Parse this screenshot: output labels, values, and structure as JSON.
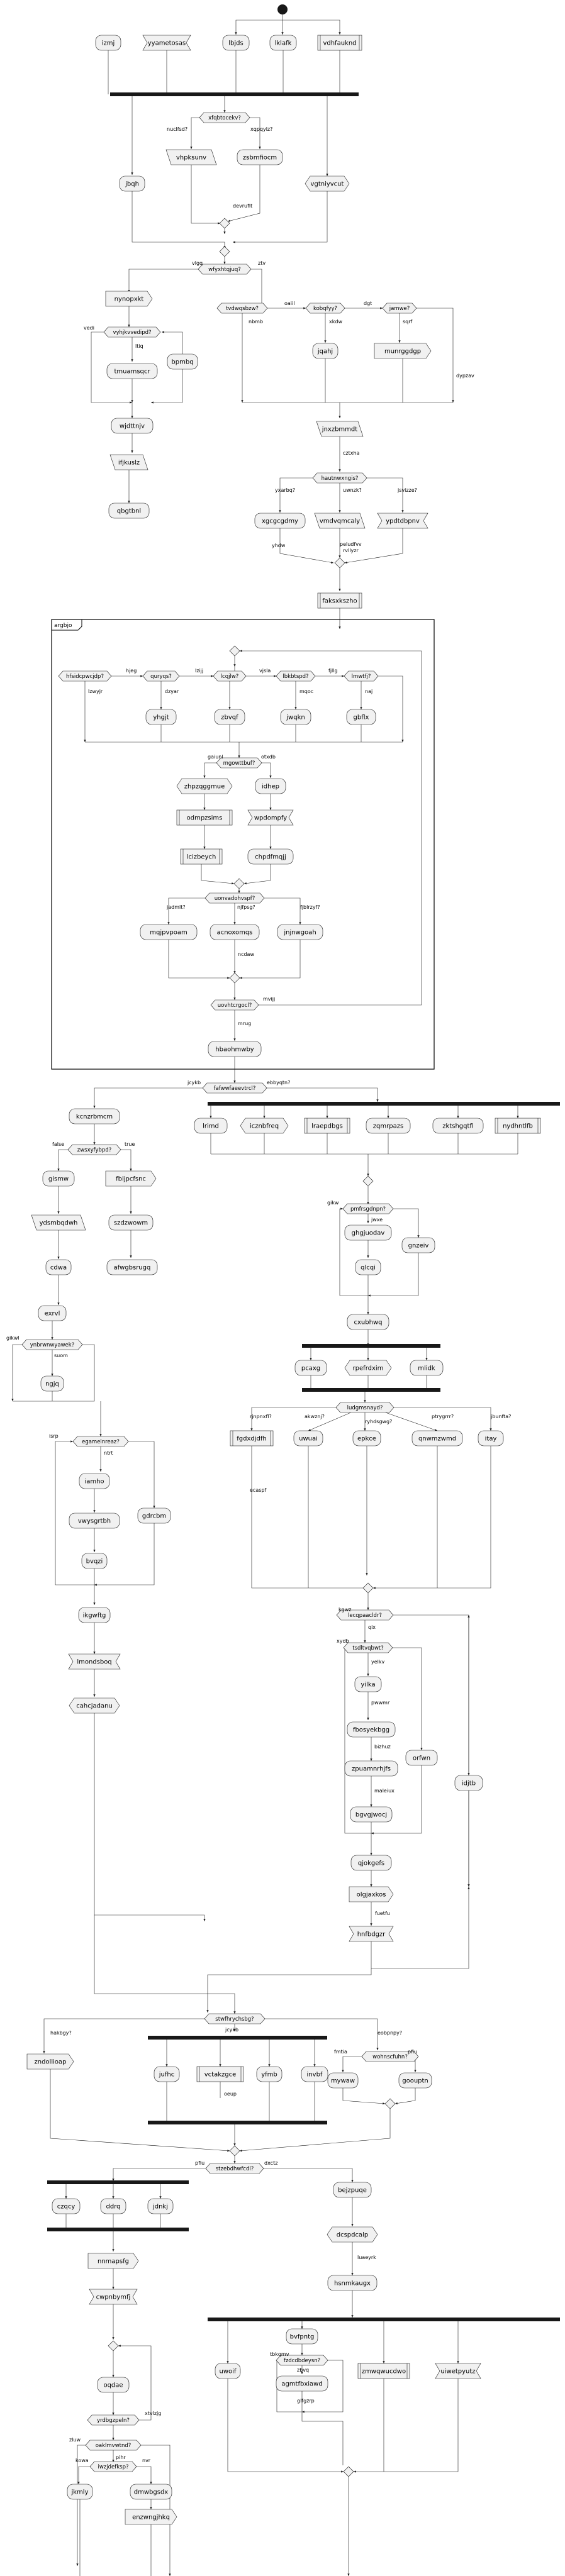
{
  "start_label": "",
  "group_label": "argbjo",
  "nodes": {
    "n_izmj": "izmj",
    "n_yyametosas": "yyametosas",
    "n_lbjds": "lbjds",
    "n_lklafk": "lklafk",
    "n_vdhfauknd": "vdhfauknd",
    "n_jbqh": "jbqh",
    "n_vhpksunv": "vhpksunv",
    "n_zsbmfiocm": "zsbmfiocm",
    "n_vgtniyvcut": "vgtniyvcut",
    "n_nynopxkt": "nynopxkt",
    "n_bpmbq": "bpmbq",
    "n_tmuamsqcr": "tmuamsqcr",
    "n_jqahj": "jqahj",
    "n_munrggdgp": "munrggdgp",
    "n_wjdttnjv": "wjdttnjv",
    "n_ifjkuslz": "ifjkuslz",
    "n_qbgtbnl": "qbgtbnl",
    "n_jnxzbmmdt": "jnxzbmmdt",
    "n_xgcgcgdmy": "xgcgcgdmy",
    "n_vmdvqmcaly": "vmdvqmcaly",
    "n_ypdtdbpnv": "ypdtdbpnv",
    "n_faksxkszho": "faksxkszho",
    "n_yhgjt": "yhgjt",
    "n_zbvqf": "zbvqf",
    "n_jwqkn": "jwqkn",
    "n_gbflx": "gbflx",
    "n_zhpzqggmue": "zhpzqggmue",
    "n_idhep": "idhep",
    "n_odmpzsims": "odmpzsims",
    "n_wpdompfy": "wpdompfy",
    "n_lcizbeych": "lcizbeych",
    "n_chpdfmqjj": "chpdfmqjj",
    "n_mqjpvpoam": "mqjpvpoam",
    "n_acnoxomqs": "acnoxomqs",
    "n_jnjnwgoah": "jnjnwgoah",
    "n_hbaohmwby": "hbaohmwby",
    "n_kcnzrbmcm": "kcnzrbmcm",
    "n_lrimd": "lrimd",
    "n_icznbfreq": "icznbfreq",
    "n_lraepdbgs": "lraepdbgs",
    "n_zqmrpazs": "zqmrpazs",
    "n_zktshgqtfi": "zktshgqtfi",
    "n_nydhntlfb": "nydhntlfb",
    "n_gismw": "gismw",
    "n_fbljpcfsnc": "fbljpcfsnc",
    "n_ydsmbqdwh": "ydsmbqdwh",
    "n_szdzwowm": "szdzwowm",
    "n_afwgbsrugq": "afwgbsrugq",
    "n_cdwa": "cdwa",
    "n_exrvl": "exrvl",
    "n_ngjq": "ngjq",
    "n_ghgjuodav": "ghgjuodav",
    "n_qlcqi": "qlcqi",
    "n_gnzeiv": "gnzeiv",
    "n_cxubhwq": "cxubhwq",
    "n_pcaxg": "pcaxg",
    "n_rpefrdxim": "rpefrdxim",
    "n_mlidk": "mlidk",
    "n_iamho": "iamho",
    "n_vwysgrtbh": "vwysgrtbh",
    "n_bvqzi": "bvqzi",
    "n_gdrcbm": "gdrcbm",
    "n_fgdxdjdfh": "fgdxdjdfh",
    "n_uwuai": "uwuai",
    "n_epkce": "epkce",
    "n_qnwmzwmd": "qnwmzwmd",
    "n_itay": "itay",
    "n_ikgwftg": "ikgwftg",
    "n_lmondsboq": "lmondsboq",
    "n_cahcjadanu": "cahcjadanu",
    "n_yilka": "yilka",
    "n_fbosyekbgg": "fbosyekbgg",
    "n_zpuamnrhjfs": "zpuamnrhjfs",
    "n_bgvgjwocj": "bgvgjwocj",
    "n_orfwn": "orfwn",
    "n_idjtb": "idjtb",
    "n_qjokgefs": "qjokgefs",
    "n_olgjaxkos": "olgjaxkos",
    "n_hnfbdgzr": "hnfbdgzr",
    "n_zndollioap": "zndollioap",
    "n_jufhc": "jufhc",
    "n_vctakzgce": "vctakzgce",
    "n_yfmb": "yfmb",
    "n_invbf": "invbf",
    "n_mywaw": "mywaw",
    "n_goouptn": "goouptn",
    "n_czqcy": "czqcy",
    "n_ddrq": "ddrq",
    "n_jdnkj": "jdnkj",
    "n_bejzpuqe": "bejzpuqe",
    "n_dcspdcalp": "dcspdcalp",
    "n_hsnmkaugx": "hsnmkaugx",
    "n_nnmapsfg": "nnmapsfg",
    "n_cwpnbymfj": "cwpnbymfj",
    "n_bvfpntg": "bvfpntg",
    "n_oqdae": "oqdae",
    "n_uwoif": "uwoif",
    "n_agmtfbxiawd": "agmtfbxiawd",
    "n_zmwqwucdwo": "zmwqwucdwo",
    "n_uiwetpyutz": "uiwetpyutz",
    "n_jkmly": "jkmly",
    "n_dmwbgsdx": "dmwbgsdx",
    "n_enzwngjhkq": "enzwngjhkq"
  },
  "decisions": {
    "d_xfqbtocekv": "xfqbtocekv?",
    "d_wfyxhtqjuq": "wfyxhtqjuq?",
    "d_vyhjkvvedipd": "vyhjkvvedipd?",
    "d_tvdwqsbzw": "tvdwqsbzw?",
    "d_kobqfyy": "kobqfyy?",
    "d_jamwe": "jamwe?",
    "d_hautnwxngis": "hautnwxngis?",
    "d_hfsidcpwcjdp": "hfsidcpwcjdp?",
    "d_quryqs": "quryqs?",
    "d_lcqjlw": "lcqjlw?",
    "d_lbkbtspd": "lbkbtspd?",
    "d_lmwtfj": "lmwtfj?",
    "d_mgowttbuf": "mgowttbuf?",
    "d_uonvadohvspf": "uonvadohvspf?",
    "d_uovhtcrgocl": "uovhtcrgocl?",
    "d_fafwwfaeevtrcl": "fafwwfaeevtrcl?",
    "d_zwsxyfybpd": "zwsxyfybpd?",
    "d_ynbrwnwyawek": "ynbrwnwyawek?",
    "d_pmfrsgdnpn": "pmfrsgdnpn?",
    "d_egamelnreaz": "egamelnreaz?",
    "d_ludgmsnayd": "ludgmsnayd?",
    "d_lecqpaacldr": "lecqpaacldr?",
    "d_tsdltvqbwt": "tsdltvqbwt?",
    "d_stwfhrychsbg": "stwfhrychsbg?",
    "d_wohnscfuhn": "wohnscfuhn?",
    "d_stzebdhwfcdl": "stzebdhwfcdl?",
    "d_yrdbgzpeln": "yrdbgzpeln?",
    "d_fzdcdbdeysn": "fzdcdbdeysn?",
    "d_oaklmvwtnd": "oaklmvwtnd?",
    "d_iwzjdefksp": "iwzjdefksp?"
  },
  "edge_labels": {
    "e1": "nuclfsd?",
    "e2": "xqpqylz?",
    "e3": "devrufit",
    "e4": "vlgq",
    "e5": "ztv",
    "e6": "vedi",
    "e7": "ltiq",
    "e8": "oaiil",
    "e9": "nbmb",
    "e10": "xkdw",
    "e11": "dgt",
    "e12": "sqrf",
    "e13": "dypzav",
    "e14": "cztxha",
    "e15": "yxarbq?",
    "e16": "uwnzk?",
    "e17": "jsvizze?",
    "e18": "yhdw",
    "e19": "peludfvv",
    "e20": "rvllyzr",
    "e21": "hjeg",
    "e22": "lzijj",
    "e23": "vjsla",
    "e24": "fjllg",
    "e25": "lzwyjr",
    "e26": "dzyar",
    "e27": "mqoc",
    "e28": "naj",
    "e29": "jadmlt?",
    "e30": "njfpsg?",
    "e31": "fjblrzyf?",
    "e32": "gaiunl",
    "e33": "otxdb",
    "e34": "ncdaw",
    "e35": "mvijj",
    "e36": "mrug",
    "e37": "false",
    "e38": "true",
    "e39": "gikw",
    "e40": "jwxe",
    "e41": "ntrt",
    "e42": "isrp",
    "e43": "rjnpnxfl?",
    "e44": "akwznj?",
    "e45": "ryhdsgwg?",
    "e46": "ptrygrrr?",
    "e47": "jbunfta?",
    "e48": "ecaspf",
    "e49": "qix",
    "e50": "kgwz",
    "e51": "xydb",
    "e52": "yelkv",
    "e53": "pwwmr",
    "e54": "bizhuz",
    "e55": "maleiux",
    "e56": "fuetfu",
    "e57": "hakbgy?",
    "e58": "eobpnpy?",
    "e59": "jcykb",
    "e60": "ebbyqtn?",
    "e61": "oeup",
    "e62": "fmtia",
    "e63": "pfiu",
    "e64": "dxctz",
    "e65": "luaeyrk",
    "e66": "xtvlzjg",
    "e67": "pihr",
    "e68": "kowa",
    "e69": "nvr",
    "e70": "zbvq",
    "e71": "tbkqmv",
    "e72": "glfgzrp",
    "e73": "soirh",
    "e74": "zluw",
    "e75": "svu"
  }
}
